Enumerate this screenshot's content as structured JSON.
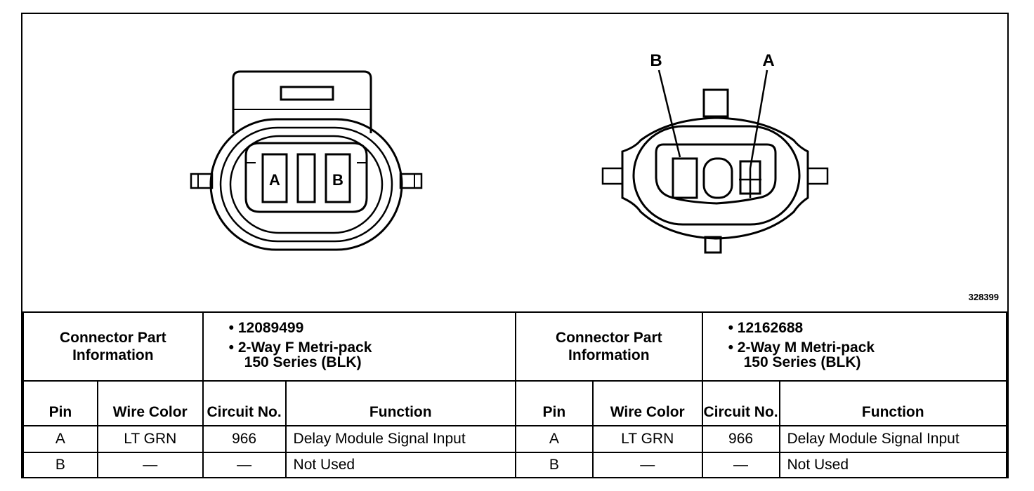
{
  "diagram": {
    "figure_number": "328399",
    "female_connector": {
      "cavity_labels": [
        "A",
        "B"
      ]
    },
    "male_connector": {
      "callout_labels": [
        "B",
        "A"
      ]
    },
    "icons": [
      "female-connector-icon",
      "male-connector-icon"
    ]
  },
  "connectors": [
    {
      "part_info_label": "Connector Part Information",
      "part_info_lines": [
        "12089499",
        "2-Way F Metri-pack",
        "150 Series (BLK)"
      ],
      "headers": {
        "pin": "Pin",
        "wire_color": "Wire Color",
        "circuit": "Circuit No.",
        "function": "Function"
      },
      "rows": [
        {
          "pin": "A",
          "wire_color": "LT GRN",
          "circuit": "966",
          "function": "Delay Module Signal Input"
        },
        {
          "pin": "B",
          "wire_color": "—",
          "circuit": "—",
          "function": "Not Used"
        }
      ]
    },
    {
      "part_info_label": "Connector Part Information",
      "part_info_lines": [
        "12162688",
        "2-Way M Metri-pack",
        "150 Series (BLK)"
      ],
      "headers": {
        "pin": "Pin",
        "wire_color": "Wire Color",
        "circuit": "Circuit No.",
        "function": "Function"
      },
      "rows": [
        {
          "pin": "A",
          "wire_color": "LT GRN",
          "circuit": "966",
          "function": "Delay Module Signal Input"
        },
        {
          "pin": "B",
          "wire_color": "—",
          "circuit": "—",
          "function": "Not Used"
        }
      ]
    }
  ]
}
